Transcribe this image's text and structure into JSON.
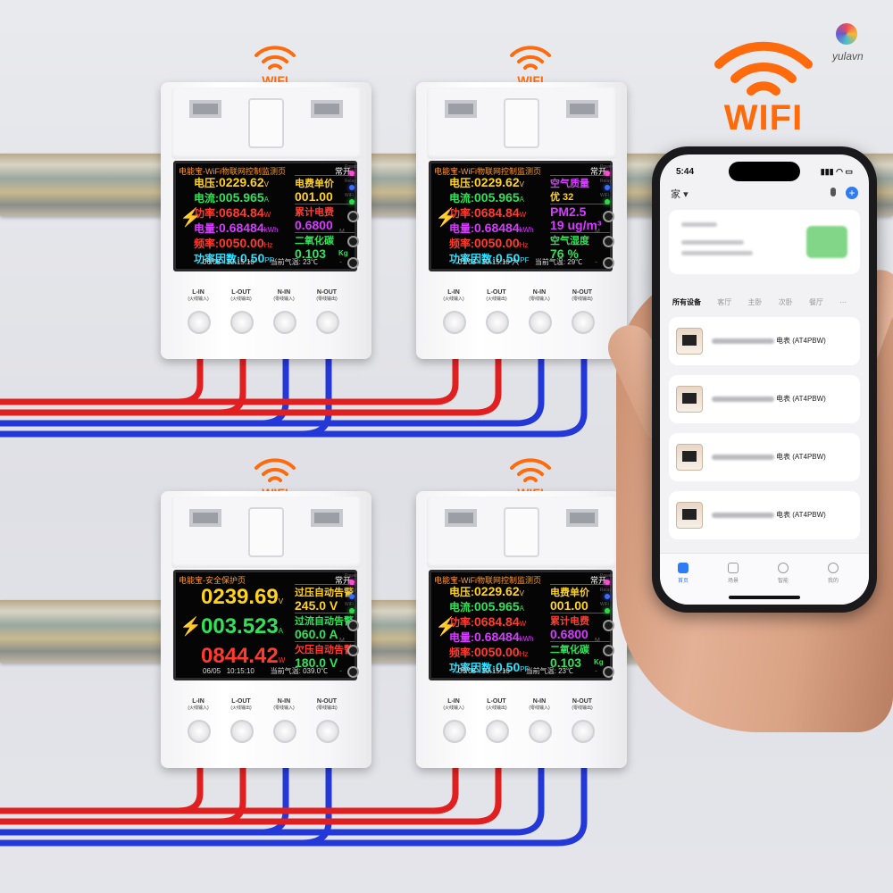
{
  "wifi_label": "WIFI",
  "big_wifi_label": "WIFI",
  "brand": {
    "name": "yulavn"
  },
  "devices": [
    {
      "header": "电能宝-WiFi物联网控制监测页",
      "mode": "常开",
      "rows": [
        {
          "label": "电压:",
          "value": "0229.62",
          "unit": "V",
          "color": "#ffd21f"
        },
        {
          "label": "电流:",
          "value": "005.965",
          "unit": "A",
          "color": "#32e05a"
        },
        {
          "label": "功率:",
          "value": "0684.84",
          "unit": "W",
          "color": "#ff3b30"
        },
        {
          "label": "电量:",
          "value": "0.68484",
          "unit": "kWh",
          "color": "#d63cff"
        },
        {
          "label": "频率:",
          "value": "0050.00",
          "unit": "Hz",
          "color": "#ff3b30"
        },
        {
          "label": "功率因数:",
          "value": "0.50",
          "unit": "PF",
          "color": "#2fe0ff"
        }
      ],
      "side": [
        {
          "text": "电费单价",
          "color": "#ffd21f",
          "kind": "lab"
        },
        {
          "text": "001.00",
          "color": "#ffd21f",
          "kind": "val"
        },
        {
          "text": "累计电费",
          "color": "#ff3b30",
          "kind": "lab"
        },
        {
          "text": "0.6800",
          "color": "#d63cff",
          "kind": "val"
        },
        {
          "text": "二氧化碳",
          "color": "#32e05a",
          "kind": "lab"
        },
        {
          "text": "0.103",
          "color": "#32e05a",
          "kind": "val"
        }
      ],
      "side_unit": "Kg",
      "footer": {
        "date": "06/05",
        "time": "10:15:10",
        "temp": "当前气温: 23℃"
      }
    },
    {
      "header": "电能宝-WiFi物联网控制监测页",
      "mode": "常开",
      "rows": [
        {
          "label": "电压:",
          "value": "0229.62",
          "unit": "V",
          "color": "#ffd21f"
        },
        {
          "label": "电流:",
          "value": "005.965",
          "unit": "A",
          "color": "#32e05a"
        },
        {
          "label": "功率:",
          "value": "0684.84",
          "unit": "W",
          "color": "#ff3b30"
        },
        {
          "label": "电量:",
          "value": "0.68484",
          "unit": "kWh",
          "color": "#d63cff"
        },
        {
          "label": "频率:",
          "value": "0050.00",
          "unit": "Hz",
          "color": "#ff3b30"
        },
        {
          "label": "功率因数:",
          "value": "0.50",
          "unit": "PF",
          "color": "#2fe0ff"
        }
      ],
      "side": [
        {
          "text": "空气质量",
          "color": "#d63cff",
          "kind": "lab"
        },
        {
          "text": "优        32",
          "color": "#ffd21f",
          "kind": "lab"
        },
        {
          "text": "PM2.5",
          "color": "#d63cff",
          "kind": "val"
        },
        {
          "text": "19 ug/m³",
          "color": "#d63cff",
          "kind": "val"
        },
        {
          "text": "空气湿度",
          "color": "#32e05a",
          "kind": "lab"
        },
        {
          "text": "76  %",
          "color": "#32e05a",
          "kind": "val"
        }
      ],
      "side_unit": "",
      "footer": {
        "date": "01/03",
        "time": "10:15:10  六",
        "temp": "当前气温: 29℃"
      }
    },
    {
      "header": "电能宝-安全保护页",
      "mode": "常开",
      "big": [
        {
          "value": "0239.69",
          "unit": "V",
          "color": "#ffd21f"
        },
        {
          "value": "003.523",
          "unit": "A",
          "color": "#32e05a"
        },
        {
          "value": "0844.42",
          "unit": "W",
          "color": "#ff3b30"
        }
      ],
      "side": [
        {
          "text": "过压自动告警",
          "color": "#ffd21f",
          "kind": "lab"
        },
        {
          "text": "245.0  V",
          "color": "#ffd21f",
          "kind": "val"
        },
        {
          "text": "过流自动告警",
          "color": "#32e05a",
          "kind": "lab"
        },
        {
          "text": "060.0  A",
          "color": "#32e05a",
          "kind": "val"
        },
        {
          "text": "欠压自动告警",
          "color": "#ff3b30",
          "kind": "lab"
        },
        {
          "text": "180.0  V",
          "color": "#32e05a",
          "kind": "val"
        }
      ],
      "side_unit": "",
      "footer": {
        "date": "06/05",
        "time": "10:15:10",
        "temp": "当前气温: 039.0℃"
      }
    },
    {
      "header": "电能宝-WiFi物联网控制监测页",
      "mode": "常开",
      "rows": [
        {
          "label": "电压:",
          "value": "0229.62",
          "unit": "V",
          "color": "#ffd21f"
        },
        {
          "label": "电流:",
          "value": "005.965",
          "unit": "A",
          "color": "#32e05a"
        },
        {
          "label": "功率:",
          "value": "0684.84",
          "unit": "W",
          "color": "#ff3b30"
        },
        {
          "label": "电量:",
          "value": "0.68484",
          "unit": "kWh",
          "color": "#d63cff"
        },
        {
          "label": "频率:",
          "value": "0050.00",
          "unit": "Hz",
          "color": "#ff3b30"
        },
        {
          "label": "功率因数:",
          "value": "0.50",
          "unit": "PF",
          "color": "#2fe0ff"
        }
      ],
      "side": [
        {
          "text": "电费单价",
          "color": "#ffd21f",
          "kind": "lab"
        },
        {
          "text": "001.00",
          "color": "#ffd21f",
          "kind": "val"
        },
        {
          "text": "累计电费",
          "color": "#ff3b30",
          "kind": "lab"
        },
        {
          "text": "0.6800",
          "color": "#d63cff",
          "kind": "val"
        },
        {
          "text": "二氧化碳",
          "color": "#32e05a",
          "kind": "lab"
        },
        {
          "text": "0.103",
          "color": "#32e05a",
          "kind": "val"
        }
      ],
      "side_unit": "Kg",
      "footer": {
        "date": "06/05",
        "time": "10:15:10",
        "temp": "当前气温: 23℃"
      }
    }
  ],
  "side_labels": [
    "Power",
    "Relay",
    "WiFi"
  ],
  "buttons": [
    "M",
    "-"
  ],
  "terminals": [
    {
      "name": "L-IN",
      "sub": "(火线输入)"
    },
    {
      "name": "L-OUT",
      "sub": "(火线输出)"
    },
    {
      "name": "N-IN",
      "sub": "(零线输入)"
    },
    {
      "name": "N-OUT",
      "sub": "(零线输出)"
    }
  ],
  "phone": {
    "time": "5:44",
    "home_label": "家",
    "tabs": [
      "所有设备",
      "客厅",
      "主卧",
      "次卧",
      "餐厅"
    ],
    "devices": [
      {
        "suffix": "电表 (AT4PBW)"
      },
      {
        "suffix": "电表 (AT4PBW)"
      },
      {
        "suffix": "电表 (AT4PBW)"
      },
      {
        "suffix": "电表 (AT4PBW)"
      }
    ],
    "nav": [
      "首页",
      "场景",
      "智能",
      "我的"
    ]
  },
  "colors": {
    "wifi_orange": "#ff6a0c",
    "wire_red": "#e02020",
    "wire_blue": "#2438d8",
    "accent_blue": "#2d7cf6"
  }
}
